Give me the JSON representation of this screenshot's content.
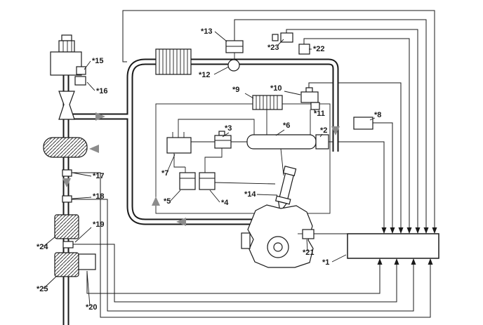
{
  "figure": {
    "kind": "technical-schematic",
    "description": "Engine intake and emission control system diagram with numbered callouts",
    "colors": {
      "line": "#1a1a1a",
      "flow_arrow": "#8c8c8c",
      "background": "#ffffff"
    },
    "callouts": {
      "l1": "*1",
      "l2": "*2",
      "l3": "*3",
      "l4": "*4",
      "l5": "*5",
      "l6": "*6",
      "l7": "*7",
      "l8": "*8",
      "l9": "*9",
      "l10": "*10",
      "l11": "*11",
      "l12": "*12",
      "l13": "*13",
      "l14": "*14",
      "l15": "*15",
      "l16": "*16",
      "l17": "*17",
      "l18": "*18",
      "l19": "*19",
      "l20": "*20",
      "l21": "*21",
      "l22": "*22",
      "l23": "*23",
      "l24": "*24",
      "l25": "*25"
    }
  }
}
